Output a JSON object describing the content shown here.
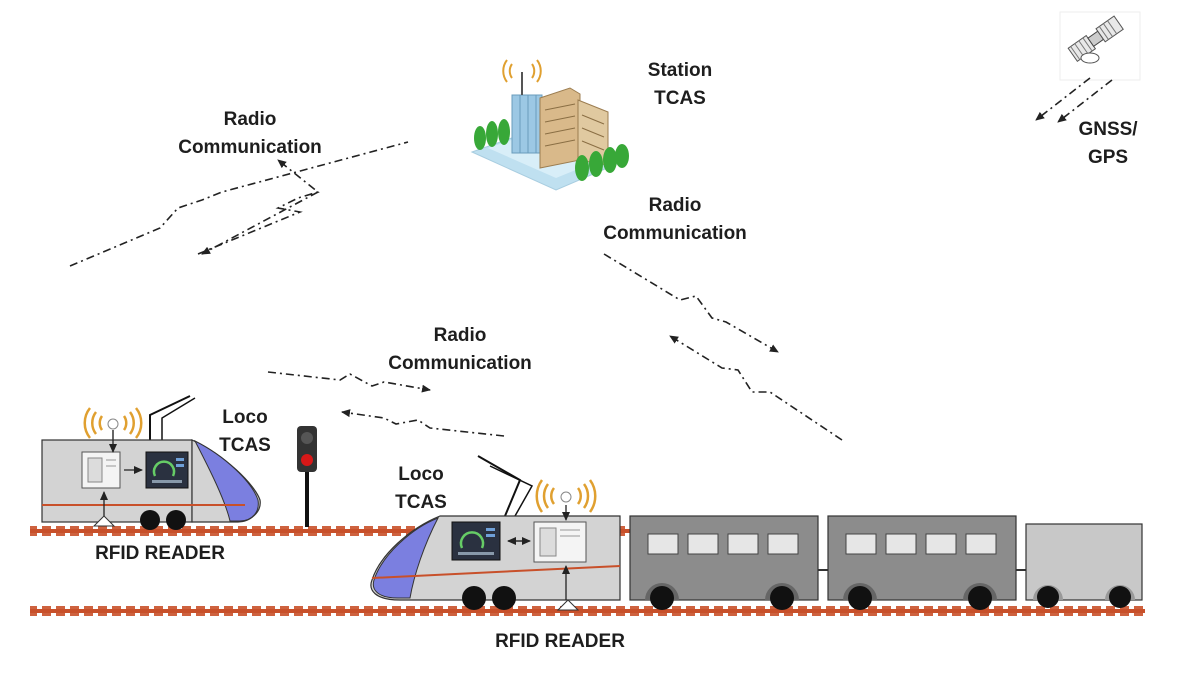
{
  "labels": {
    "radio_comm_top_left": [
      "Radio",
      "Communication"
    ],
    "radio_comm_center": [
      "Radio",
      "Communication"
    ],
    "radio_comm_middle": [
      "Radio",
      "Communication"
    ],
    "station_tcas": [
      "Station",
      "TCAS"
    ],
    "gnss_gps": [
      "GNSS/",
      "GPS"
    ],
    "loco_tcas_left": [
      "Loco",
      "TCAS"
    ],
    "loco_tcas_right": [
      "Loco",
      "TCAS"
    ],
    "rfid_reader_left": "RFID READER",
    "rfid_reader_right": "RFID READER"
  },
  "colors": {
    "rail": "#c8502a",
    "loco_body": "#d3d3d3",
    "loco_nose": "#7b7fe0",
    "coach_body": "#8c8c8c",
    "antenna_waves": "#e0a030",
    "signal_red": "#d81818",
    "text": "#1e1e1e"
  },
  "icons": [
    "satellite-icon",
    "station-building-icon",
    "antenna-icon",
    "signal-light-icon",
    "tcas-unit-icon",
    "display-panel-icon"
  ]
}
